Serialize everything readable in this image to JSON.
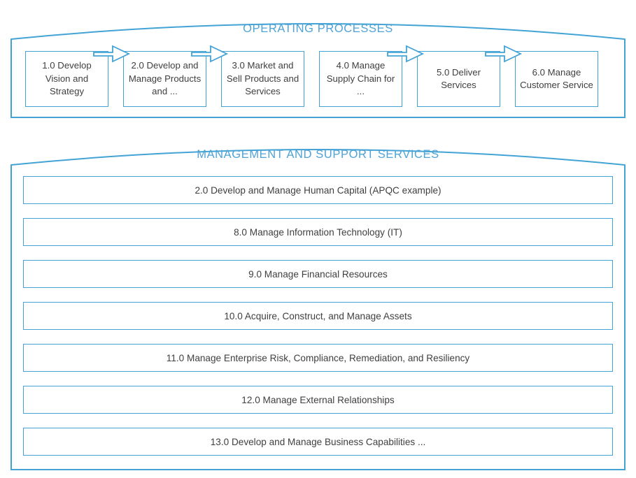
{
  "theme": {
    "line_color": "#43A3D5",
    "title_color": "#4FA3D6",
    "text_color": "#3F3F3F",
    "background": "#FFFFFF"
  },
  "operating": {
    "title": "OPERATING PROCESSES",
    "boxes": [
      {
        "label": "1.0 Develop Vision and Strategy"
      },
      {
        "label": "2.0 Develop and Manage Products and ..."
      },
      {
        "label": "3.0 Market and Sell Products and Services"
      },
      {
        "label": "4.0 Manage Supply Chain for ..."
      },
      {
        "label": "5.0 Deliver Services"
      },
      {
        "label": "6.0 Manage Customer Service"
      }
    ],
    "connectors": [
      {
        "from": 1,
        "to": 2,
        "kind": "block-arrow-right"
      },
      {
        "from": 2,
        "to": 3,
        "kind": "block-arrow-right"
      },
      {
        "from": 4,
        "to": 5,
        "kind": "block-arrow-right"
      },
      {
        "from": 5,
        "to": 6,
        "kind": "block-arrow-right"
      }
    ]
  },
  "support": {
    "title": "MANAGEMENT AND SUPPORT SERVICES",
    "bars": [
      {
        "label": "2.0 Develop and Manage Human Capital (APQC example)"
      },
      {
        "label": "8.0 Manage Information Technology (IT)"
      },
      {
        "label": "9.0 Manage Financial Resources"
      },
      {
        "label": "10.0 Acquire, Construct, and Manage Assets"
      },
      {
        "label": "11.0 Manage Enterprise Risk, Compliance, Remediation, and Resiliency"
      },
      {
        "label": "12.0 Manage External Relationships"
      },
      {
        "label": "13.0 Develop and Manage Business Capabilities ..."
      }
    ]
  }
}
